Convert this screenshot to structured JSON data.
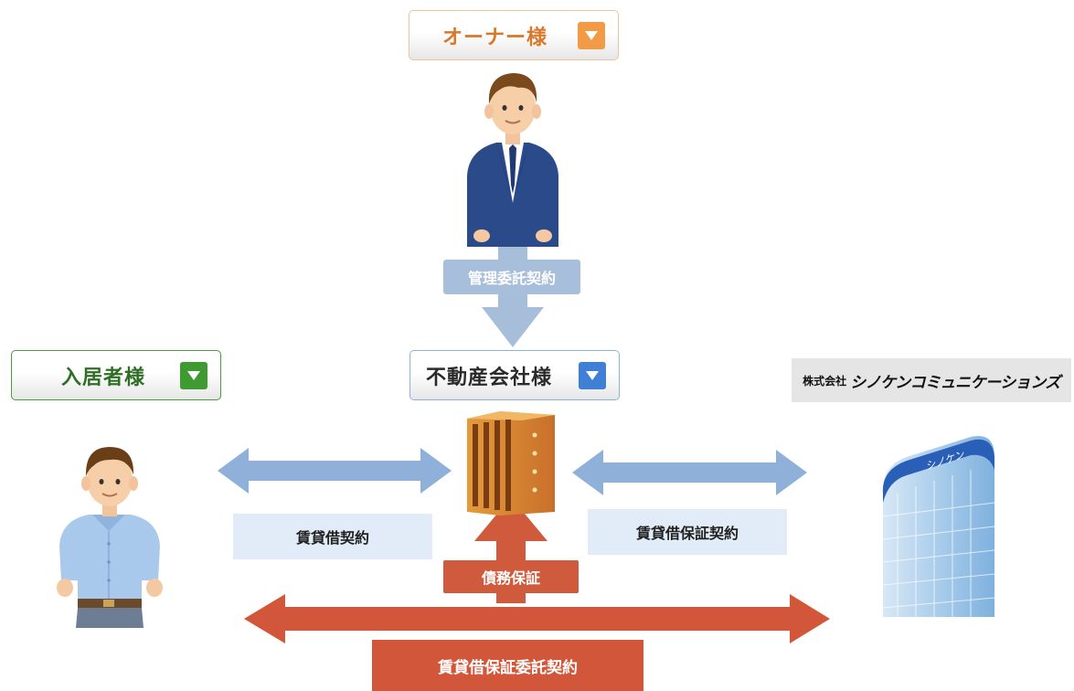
{
  "roles": {
    "owner": {
      "label": "オーナー様"
    },
    "tenant": {
      "label": "入居者様"
    },
    "agency": {
      "label": "不動産会社様"
    }
  },
  "company": {
    "prefix": "株式会社",
    "name": "シノケンコミュニケーションズ"
  },
  "relations": {
    "management_contract": "管理委託契約",
    "lease_contract": "賃貸借契約",
    "lease_guarantee_contract": "賃貸借保証契約",
    "debt_guarantee": "債務保証",
    "lease_guarantee_consignment": "賃貸借保証委託契約"
  },
  "building_sign": "シノケン",
  "colors": {
    "owner_accent": "#f29a45",
    "tenant_accent": "#3f9a32",
    "agency_accent": "#3f7fd6",
    "blue_arrow": "#8fb1d9",
    "red_arrow": "#d2573a",
    "label_bg": "#e1ecf8"
  },
  "icons": [
    "chevron-down-icon",
    "owner-person-icon",
    "tenant-person-icon",
    "agency-building-icon",
    "company-building-icon"
  ]
}
